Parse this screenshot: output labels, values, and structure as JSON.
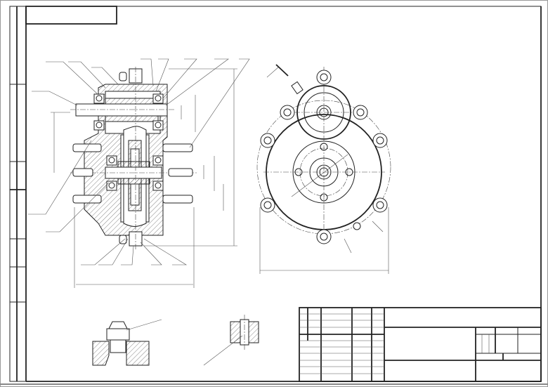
{
  "drawing": {
    "line_color": "#222222",
    "background": "#ffffff",
    "views": [
      "section-view",
      "end-view",
      "detail-fitting",
      "detail-key"
    ],
    "title_block": {}
  }
}
